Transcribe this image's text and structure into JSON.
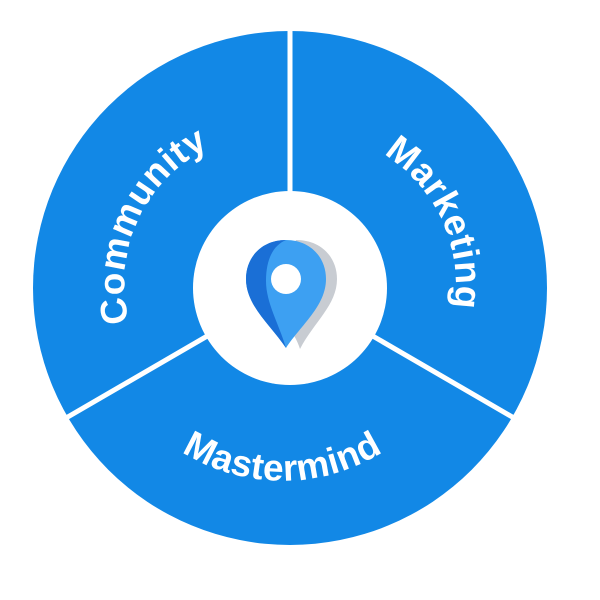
{
  "diagram": {
    "segments": [
      {
        "id": "community",
        "label": "Community"
      },
      {
        "id": "marketing",
        "label": "Marketing"
      },
      {
        "id": "mastermind",
        "label": "Mastermind"
      }
    ],
    "center_icon": "location-pin-icon"
  },
  "colors": {
    "segment_fill": "#1288E6",
    "divider": "#ffffff",
    "center_fill": "#ffffff",
    "pin_dark": "#1A6FD6",
    "pin_light": "#3DA0F2",
    "pin_shadow": "#C8CCD2",
    "label_text": "#ffffff"
  }
}
